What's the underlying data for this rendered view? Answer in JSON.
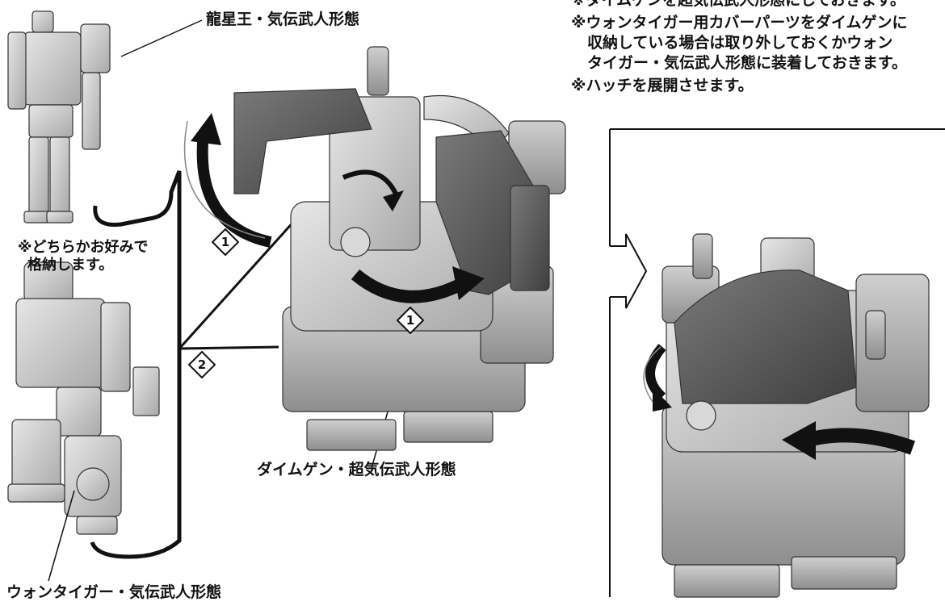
{
  "labels": {
    "ryuseioh": "龍星王・気伝武人形態",
    "daimugen": "ダイムゲン・超気伝武人形態",
    "wontiger": "ウォンタイガー・気伝武人形態"
  },
  "notes": {
    "line1": "※ダイムゲンを超気伝武人形態にしておきます。",
    "line2": "※ウォンタイガー用カバーパーツをダイムゲンに",
    "line3": "収納している場合は取り外しておくかウォン",
    "line4": "タイガー・気伝武人形態に装着しておきます。",
    "line5": "※ハッチを展開させます。"
  },
  "storage_note": {
    "line1": "※どちらかお好みで",
    "line2": "格納します。"
  },
  "steps": {
    "one_a": "1",
    "one_b": "1",
    "two": "2"
  },
  "colors": {
    "ink": "#111111",
    "dark_part": "#5a5a5a",
    "mid_part": "#9a9a9a",
    "light_part": "#c8c8c8"
  }
}
